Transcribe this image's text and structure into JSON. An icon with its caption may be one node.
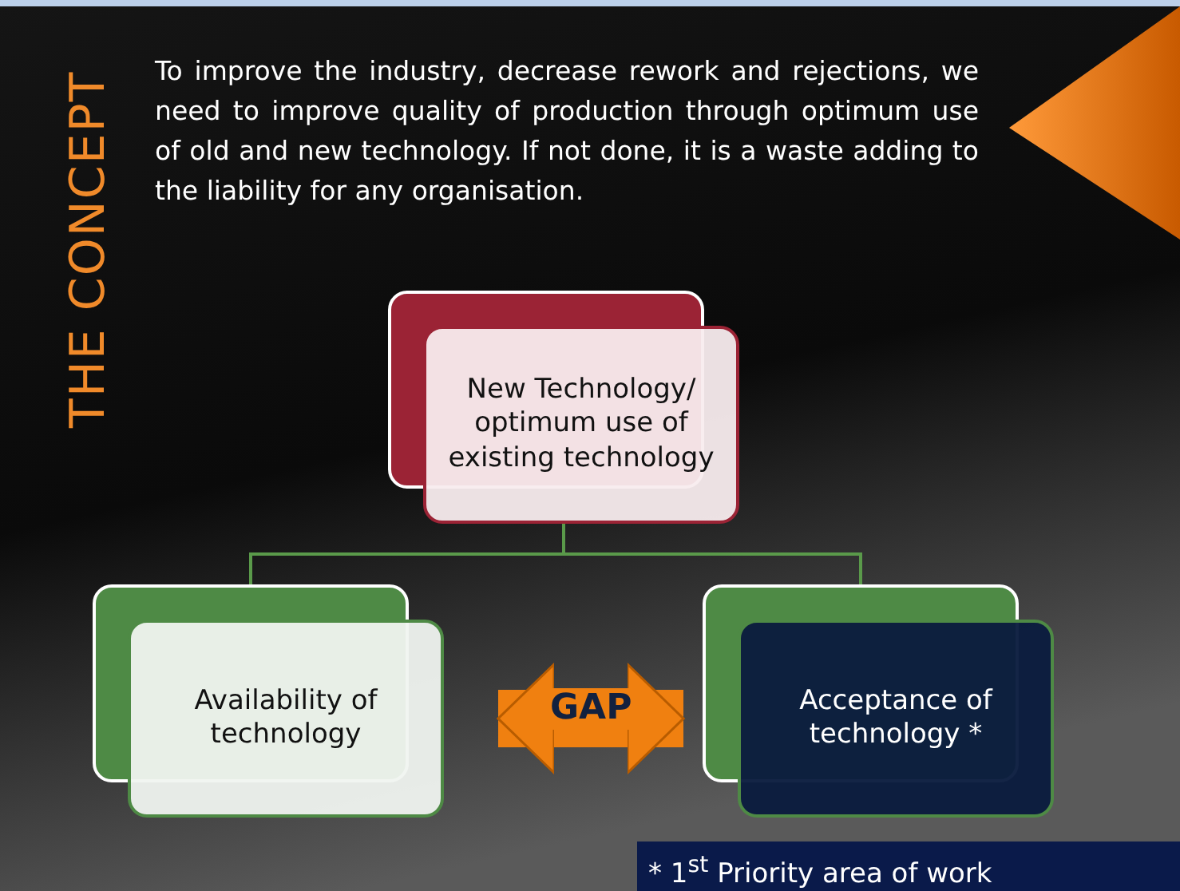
{
  "diagram": {
    "title": "THE CONCEPT",
    "nodes": [
      {
        "text": [
          "New Technology/ optimum use of existing technology"
        ]
      },
      {
        "text": [
          "Availability of technology"
        ]
      },
      {
        "text": [
          "Acceptance of technology *"
        ]
      }
    ],
    "edges": [
      {
        "from": 0,
        "to": 1,
        "arrow": "none"
      },
      {
        "from": 0,
        "to": 2,
        "arrow": "none"
      },
      {
        "from": 1,
        "to": 2,
        "arrow": "both",
        "label": "GAP",
        "style": "thick",
        "color": "#f08010"
      }
    ],
    "labels": [
      "To improve the industry, decrease rework and rejections, we need to improve quality of production through optimum use of old and new technology. If not done, it is a waste adding to the liability for any organisation.",
      "* 1$^{st}$ Priority area of work"
    ]
  }
}
